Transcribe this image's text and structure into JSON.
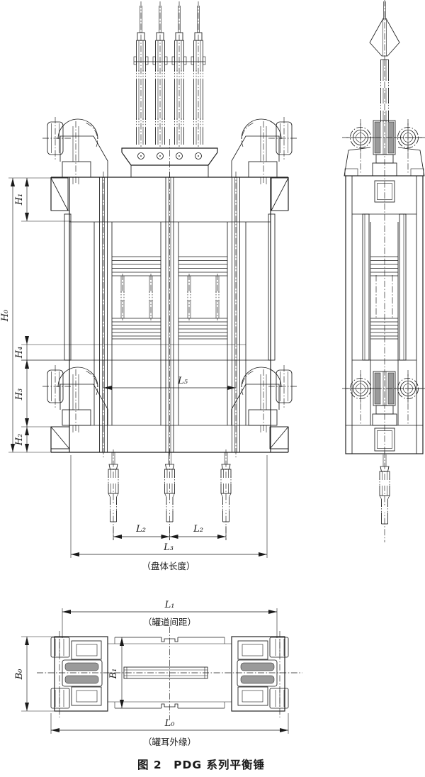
{
  "figure": {
    "caption": "图 2　PDG 系列平衡锤",
    "colors": {
      "line": "#1a1a1a",
      "background": "#ffffff",
      "shading": "#9a9a9a"
    }
  },
  "front_view": {
    "dim_labels": {
      "h0": "H₀",
      "h1": "H₁",
      "h2": "H₂",
      "h3": "H₃",
      "h4": "H₄",
      "l5": "L₅",
      "l2_left": "L₂",
      "l2_right": "L₂",
      "l3": "L₃"
    },
    "annotations": {
      "l3_note": "（盘体长度）"
    }
  },
  "plan_view": {
    "dim_labels": {
      "l1": "L₁",
      "b0": "B₀",
      "b1": "B₁",
      "l0": "L₀"
    },
    "annotations": {
      "l1_note": "（罐道间距）",
      "l0_note": "（罐耳外缘）"
    }
  }
}
